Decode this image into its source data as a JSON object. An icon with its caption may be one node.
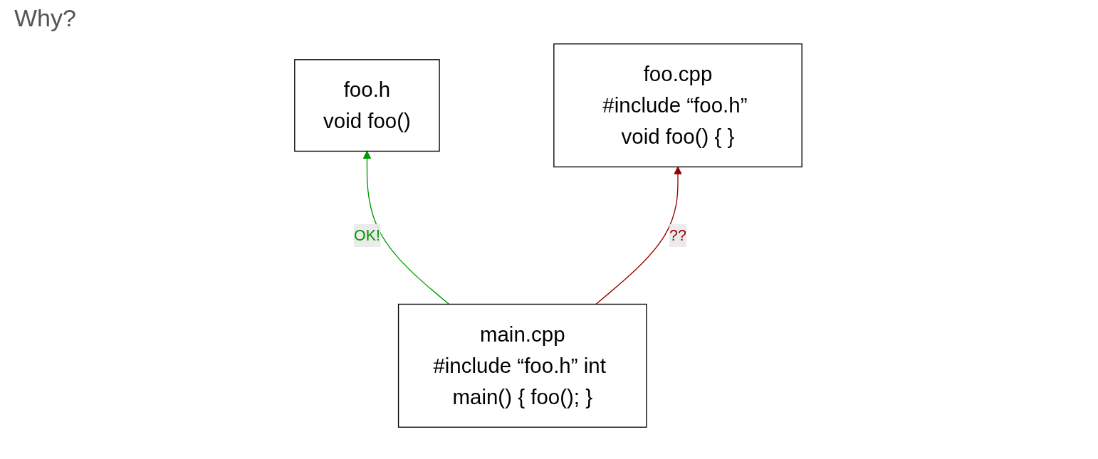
{
  "diagram": {
    "title": "Why?",
    "nodes": [
      {
        "text": [
          "foo.h",
          "void foo()"
        ]
      },
      {
        "text": [
          "foo.cpp",
          "#include “foo.h” void foo() { }"
        ]
      },
      {
        "text": [
          "main.cpp",
          "#include “foo.h” int main() { foo(); }"
        ]
      }
    ],
    "edges": [
      {
        "from": 2,
        "to": 0,
        "arrow": "to",
        "label": "OK!",
        "color": "#009900"
      },
      {
        "from": 2,
        "to": 1,
        "arrow": "to",
        "label": "??",
        "color": "#990000"
      }
    ]
  }
}
